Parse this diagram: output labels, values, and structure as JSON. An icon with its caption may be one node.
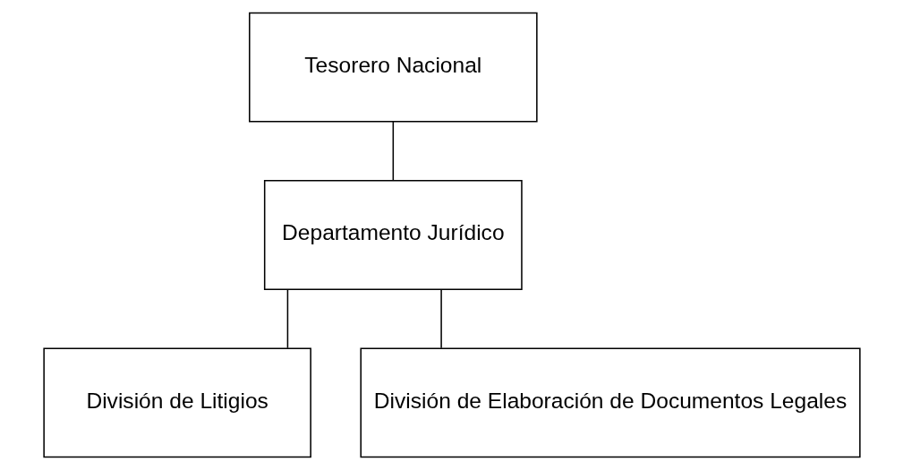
{
  "diagram": {
    "nodes": [
      {
        "text": [
          "Tesorero Nacional"
        ]
      },
      {
        "text": [
          "Departamento Jurídico"
        ]
      },
      {
        "text": [
          "División de Litigios"
        ]
      },
      {
        "text": [
          "División de Elaboración de Documentos Legales"
        ]
      }
    ],
    "edges": [
      {
        "from": 0,
        "to": 1,
        "arrow": "none"
      },
      {
        "from": 1,
        "to": 2,
        "arrow": "none"
      },
      {
        "from": 1,
        "to": 3,
        "arrow": "none"
      }
    ]
  }
}
